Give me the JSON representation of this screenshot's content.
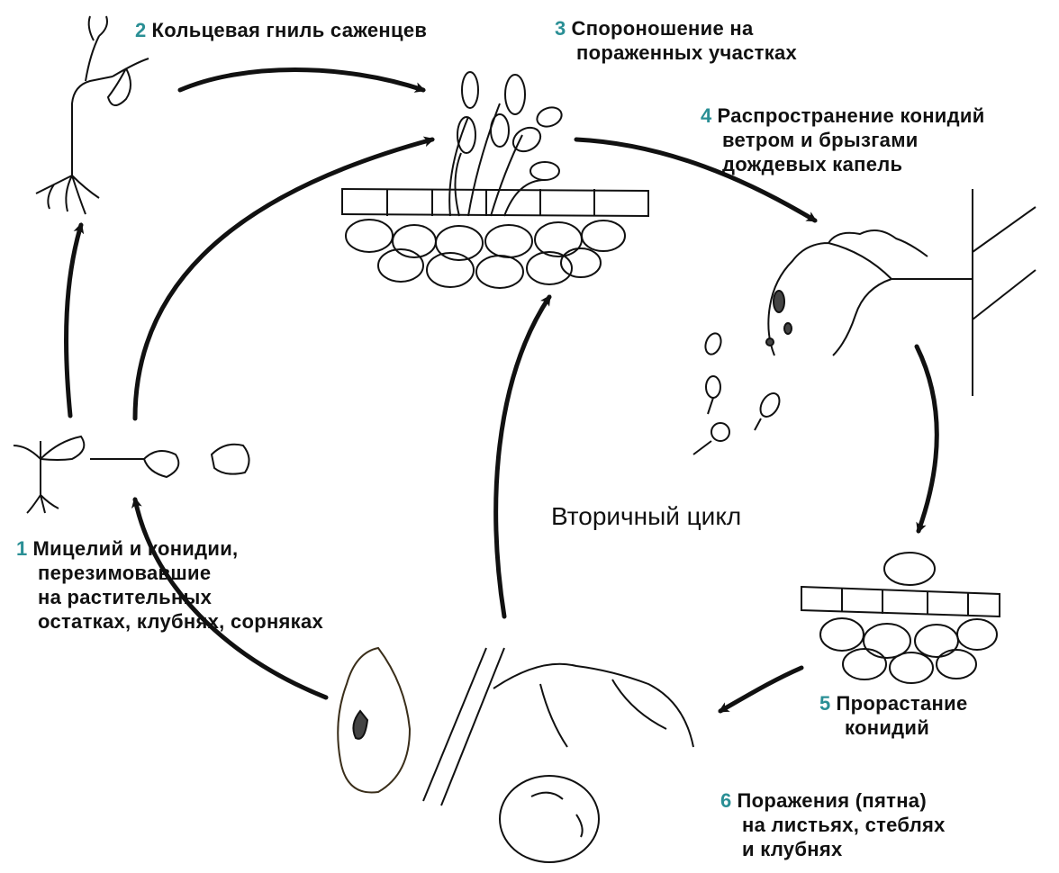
{
  "center_title": "Вторичный цикл",
  "accent_color": "#2a8f95",
  "steps": [
    {
      "num": "1",
      "lines": [
        "Мицелий и конидии,",
        "перезимовавшие",
        "на растительных",
        "остатках, клубнях, сорняках"
      ]
    },
    {
      "num": "2",
      "lines": [
        "Кольцевая гниль саженцев"
      ]
    },
    {
      "num": "3",
      "lines": [
        "Спороношение на",
        "пораженных участках"
      ]
    },
    {
      "num": "4",
      "lines": [
        "Распространение конидий",
        "ветром и брызгами",
        "дождевых капель"
      ]
    },
    {
      "num": "5",
      "lines": [
        "Прорастание",
        "конидий"
      ]
    },
    {
      "num": "6",
      "lines": [
        "Поражения (пятна)",
        "на листьях, стеблях",
        "и клубнях"
      ]
    }
  ]
}
